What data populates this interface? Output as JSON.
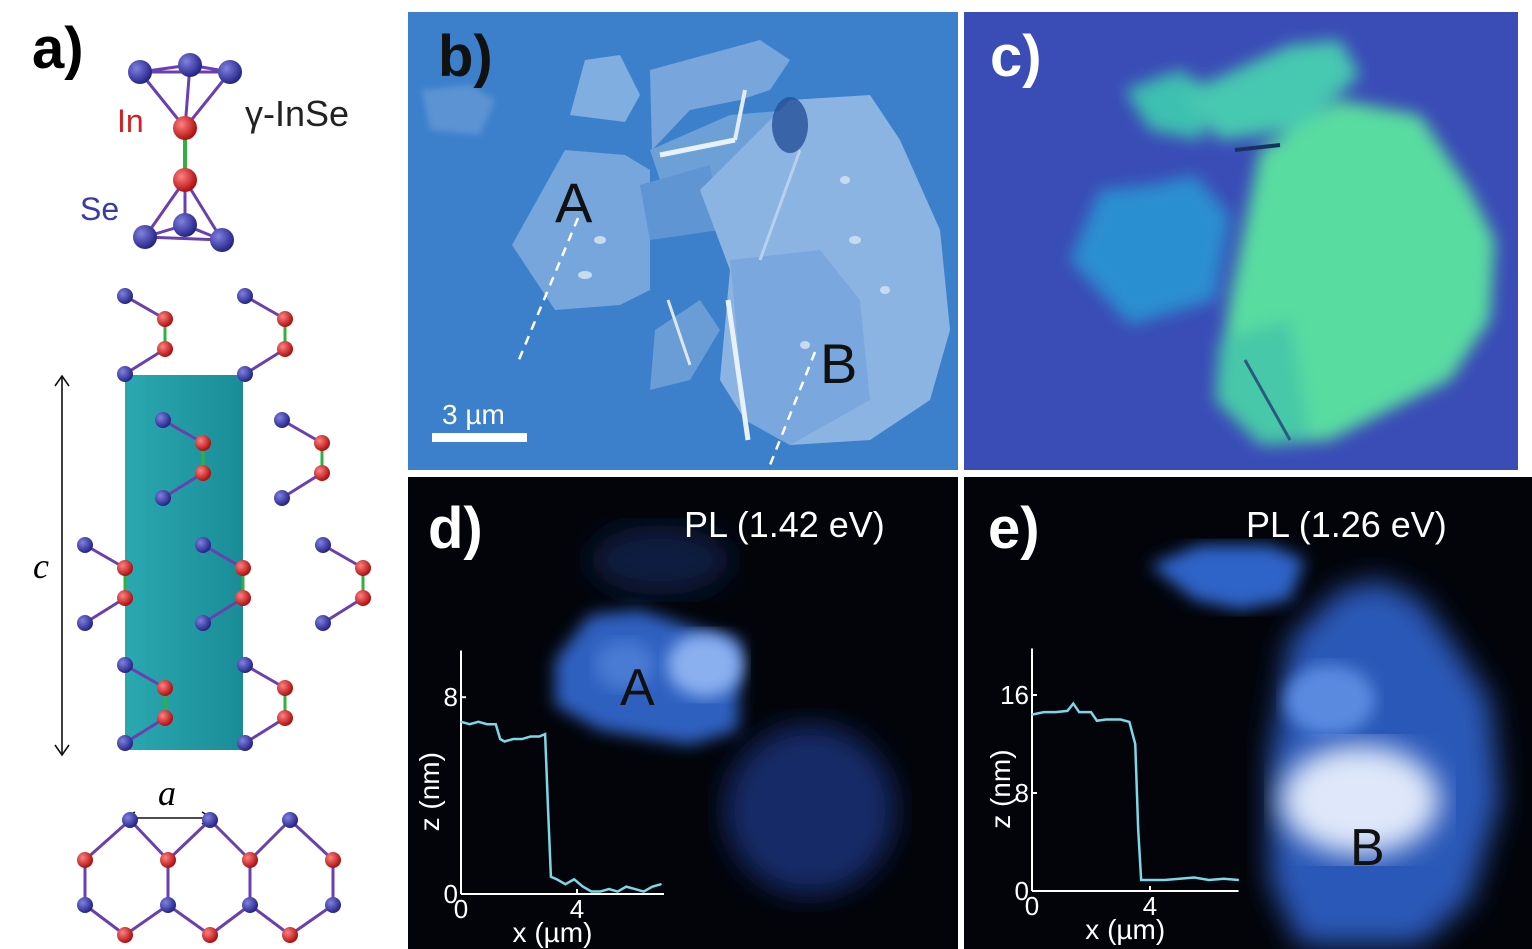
{
  "panels": {
    "a": {
      "label": "a)",
      "compound": "γ-InSe",
      "atom_in": "In",
      "atom_se": "Se",
      "lattice_c": "c",
      "lattice_a": "a"
    },
    "b": {
      "label": "b)",
      "region_a": "A",
      "region_b": "B",
      "scale_bar": "3 µm"
    },
    "c": {
      "label": "c)"
    },
    "d": {
      "label": "d)",
      "title": "PL (1.42 eV)",
      "region": "A"
    },
    "e": {
      "label": "e)",
      "title": "PL (1.26 eV)",
      "region": "B"
    }
  },
  "colors": {
    "in_atom": "#d42020",
    "se_atom": "#3a3aa8",
    "bond": "#6a3fb0",
    "in_in_bond": "#30b040",
    "unit_cell": "#1fa0a8",
    "profile": "#7fd6e6"
  },
  "chart_data": [
    {
      "type": "line",
      "panel": "d",
      "xlabel": "x (µm)",
      "ylabel": "z (nm)",
      "xticks": [
        "0",
        "4"
      ],
      "yticks": [
        "0",
        "8"
      ],
      "xlim": [
        0,
        7
      ],
      "ylim": [
        0,
        9.9
      ],
      "x": [
        0,
        0.3,
        0.6,
        0.9,
        1.2,
        1.35,
        1.5,
        1.8,
        2.1,
        2.4,
        2.7,
        2.9,
        3.0,
        3.1,
        3.3,
        3.6,
        3.9,
        4.2,
        4.5,
        4.8,
        5.1,
        5.4,
        5.7,
        6.0,
        6.3,
        6.6,
        6.9
      ],
      "y": [
        7.0,
        6.9,
        7.0,
        6.9,
        6.9,
        6.3,
        6.2,
        6.3,
        6.3,
        6.4,
        6.4,
        6.5,
        3.5,
        0.7,
        0.6,
        0.4,
        0.6,
        0.3,
        0.1,
        0.1,
        0.2,
        0.1,
        0.3,
        0.2,
        0.1,
        0.3,
        0.4
      ]
    },
    {
      "type": "line",
      "panel": "e",
      "xlabel": "x (µm)",
      "ylabel": "z (nm)",
      "xticks": [
        "0",
        "4"
      ],
      "yticks": [
        "0",
        "8",
        "16"
      ],
      "xlim": [
        0,
        7
      ],
      "ylim": [
        0,
        19.8
      ],
      "x": [
        0,
        0.4,
        0.8,
        1.2,
        1.4,
        1.6,
        2.0,
        2.2,
        2.5,
        3.0,
        3.3,
        3.5,
        3.6,
        3.7,
        4.0,
        4.5,
        5.0,
        5.5,
        6.0,
        6.5,
        7.0
      ],
      "y": [
        14.4,
        14.6,
        14.6,
        14.7,
        15.3,
        14.6,
        14.6,
        13.9,
        14.0,
        14.0,
        13.8,
        12.0,
        5.0,
        0.9,
        0.9,
        0.9,
        1.0,
        1.1,
        0.9,
        1.0,
        0.9
      ]
    }
  ]
}
